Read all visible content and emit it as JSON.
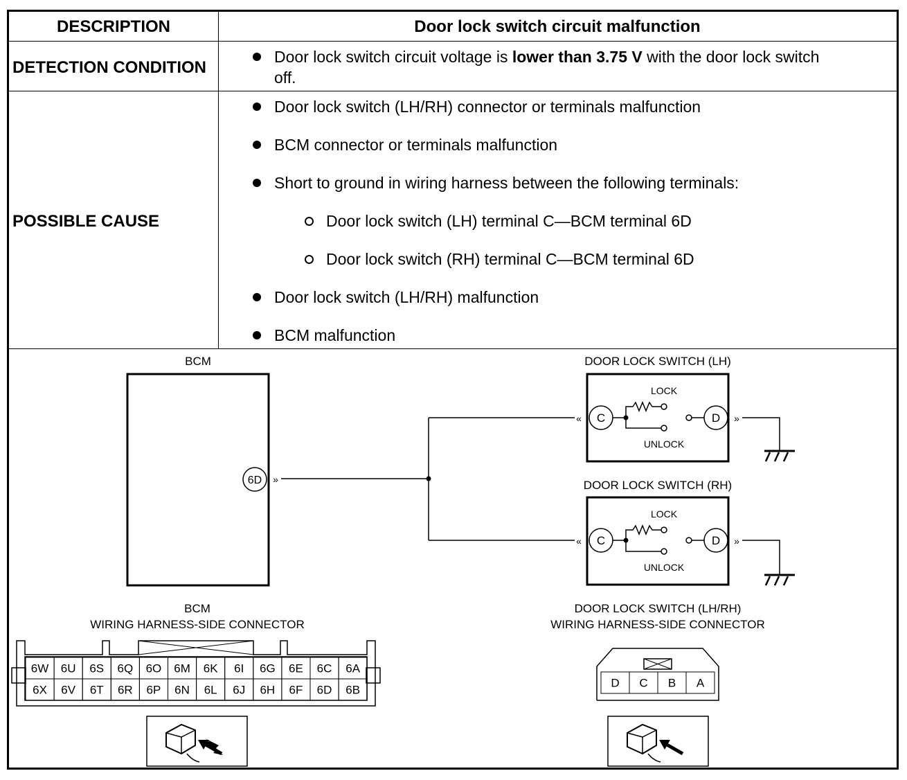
{
  "header": {
    "left": "DESCRIPTION",
    "right": "Door lock switch circuit malfunction"
  },
  "detection": {
    "label": "DETECTION CONDITION",
    "line1_pre": "Door lock switch circuit voltage is ",
    "line1_bold": "lower than 3.75 V",
    "line1_post": " with the door lock switch",
    "line2": "off."
  },
  "possible_cause": {
    "label": "POSSIBLE CAUSE",
    "items": [
      "Door lock switch (LH/RH) connector or terminals malfunction",
      "BCM connector or terminals malfunction",
      "Short to ground in wiring harness between the following terminals:",
      "Door lock switch (LH) terminal C—BCM terminal 6D",
      "Door lock switch (RH) terminal C—BCM terminal 6D",
      "Door lock switch (LH/RH) malfunction",
      "BCM malfunction"
    ]
  },
  "diagram": {
    "bcm_title": "BCM",
    "bcm_terminal": "6D",
    "lh_title": "DOOR LOCK SWITCH (LH)",
    "rh_title": "DOOR LOCK SWITCH (RH)",
    "lock": "LOCK",
    "unlock": "UNLOCK",
    "term_c": "C",
    "term_d": "D",
    "bcm_conn_title1": "BCM",
    "bcm_conn_title2": "WIRING HARNESS-SIDE CONNECTOR",
    "dls_conn_title1": "DOOR LOCK SWITCH (LH/RH)",
    "dls_conn_title2": "WIRING HARNESS-SIDE CONNECTOR",
    "bcm_pins_top": [
      "6W",
      "6U",
      "6S",
      "6Q",
      "6O",
      "6M",
      "6K",
      "6I",
      "6G",
      "6E",
      "6C",
      "6A"
    ],
    "bcm_pins_bottom": [
      "6X",
      "6V",
      "6T",
      "6R",
      "6P",
      "6N",
      "6L",
      "6J",
      "6H",
      "6F",
      "6D",
      "6B"
    ],
    "dls_pins": [
      "D",
      "C",
      "B",
      "A"
    ]
  }
}
